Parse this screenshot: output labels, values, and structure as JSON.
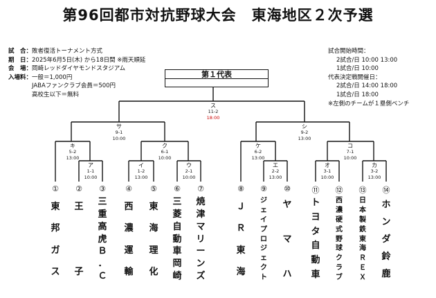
{
  "title": "第96回都市対抗野球大会　東海地区２次予選",
  "info_left": [
    {
      "k": "試　合：",
      "v": "敗者復活トーナメント方式"
    },
    {
      "k": "期　日：",
      "v": "2025年6月5日(木) から18日間 ※雨天順延"
    },
    {
      "k": "会　場：",
      "v": "岡崎レッドダイヤモンドスタジアム"
    },
    {
      "k": "入場料：",
      "v": "一般＝1,000円"
    },
    {
      "k": "",
      "v": "JABAファンクラブ会員＝500円"
    },
    {
      "k": "",
      "v": "高校生以下＝無料"
    }
  ],
  "info_right": [
    {
      "text": "試合開始時間：",
      "indent": false
    },
    {
      "text": "2試合/日 10:00 13:00",
      "indent": true
    },
    {
      "text": "1試合/日 10:00",
      "indent": true
    },
    {
      "text": "代表決定戦開催日：",
      "indent": false
    },
    {
      "text": "2試合/日 14:00 18:00",
      "indent": true
    },
    {
      "text": "1試合/日 18:00",
      "indent": true
    },
    {
      "text": "※左側のチームが１塁側ベンチ",
      "indent": false
    }
  ],
  "banner": {
    "label": "第１代表"
  },
  "games": [
    {
      "id": "su",
      "code": "ス",
      "date": "11-2",
      "time": "18:00",
      "red": true
    },
    {
      "id": "sa",
      "code": "サ",
      "date": "9-1",
      "time": "10:00",
      "red": false
    },
    {
      "id": "shi",
      "code": "シ",
      "date": "9-2",
      "time": "13:00",
      "red": false
    },
    {
      "id": "ki",
      "code": "キ",
      "date": "5-2",
      "time": "13:00",
      "red": false
    },
    {
      "id": "ku",
      "code": "ク",
      "date": "6-1",
      "time": "10:00",
      "red": false
    },
    {
      "id": "ke",
      "code": "ケ",
      "date": "6-2",
      "time": "13:00",
      "red": false
    },
    {
      "id": "ko",
      "code": "コ",
      "date": "7-1",
      "time": "10:00",
      "red": false
    },
    {
      "id": "a",
      "code": "ア",
      "date": "1-1",
      "time": "10:00",
      "red": false
    },
    {
      "id": "i",
      "code": "イ",
      "date": "1-2",
      "time": "13:00",
      "red": false
    },
    {
      "id": "u",
      "code": "ウ",
      "date": "2-1",
      "time": "10:00",
      "red": false
    },
    {
      "id": "e",
      "code": "エ",
      "date": "2-2",
      "time": "13:00",
      "red": false
    },
    {
      "id": "o",
      "code": "オ",
      "date": "3-1",
      "time": "10:00",
      "red": false
    },
    {
      "id": "ka",
      "code": "カ",
      "date": "3-2",
      "time": "13:00",
      "red": false
    }
  ],
  "teams": [
    {
      "num": "①",
      "name": [
        "東",
        "邦",
        "ガ",
        "ス"
      ]
    },
    {
      "num": "②",
      "name": [
        "王",
        "",
        "",
        "子"
      ]
    },
    {
      "num": "③",
      "name": [
        "三",
        "重",
        "高",
        "虎",
        "Ｂ",
        "．",
        "Ｃ"
      ]
    },
    {
      "num": "④",
      "name": [
        "西",
        "濃",
        "運",
        "輸"
      ]
    },
    {
      "num": "⑤",
      "name": [
        "東",
        "海",
        "理",
        "化"
      ]
    },
    {
      "num": "⑥",
      "name": [
        "三",
        "菱",
        "自",
        "動",
        "車",
        "岡",
        "崎"
      ]
    },
    {
      "num": "⑦",
      "name": [
        "焼",
        "津",
        "マ",
        "リ",
        "ー",
        "ン",
        "ズ"
      ]
    },
    {
      "num": "⑧",
      "name": [
        "Ｊ",
        "Ｒ",
        "東",
        "海"
      ]
    },
    {
      "num": "⑨",
      "name": [
        "ジ",
        "ェ",
        "イ",
        "プ",
        "ロ",
        "ジ",
        "ェ",
        "ク",
        "ト"
      ]
    },
    {
      "num": "⑩",
      "name": [
        "ヤ",
        "",
        "マ",
        "",
        "ハ"
      ]
    },
    {
      "num": "⑪",
      "name": [
        "ト",
        "ヨ",
        "タ",
        "自",
        "動",
        "車"
      ]
    },
    {
      "num": "⑫",
      "name": [
        "西",
        "濃",
        "硬",
        "式",
        "野",
        "球",
        "ク",
        "ラ",
        "ブ"
      ]
    },
    {
      "num": "⑬",
      "name": [
        "日",
        "本",
        "製",
        "鉄",
        "東",
        "海",
        "Ｒ",
        "Ｅ",
        "Ｘ"
      ]
    },
    {
      "num": "⑭",
      "name": [
        "ホ",
        "ン",
        "ダ",
        "鈴",
        "鹿"
      ]
    }
  ]
}
